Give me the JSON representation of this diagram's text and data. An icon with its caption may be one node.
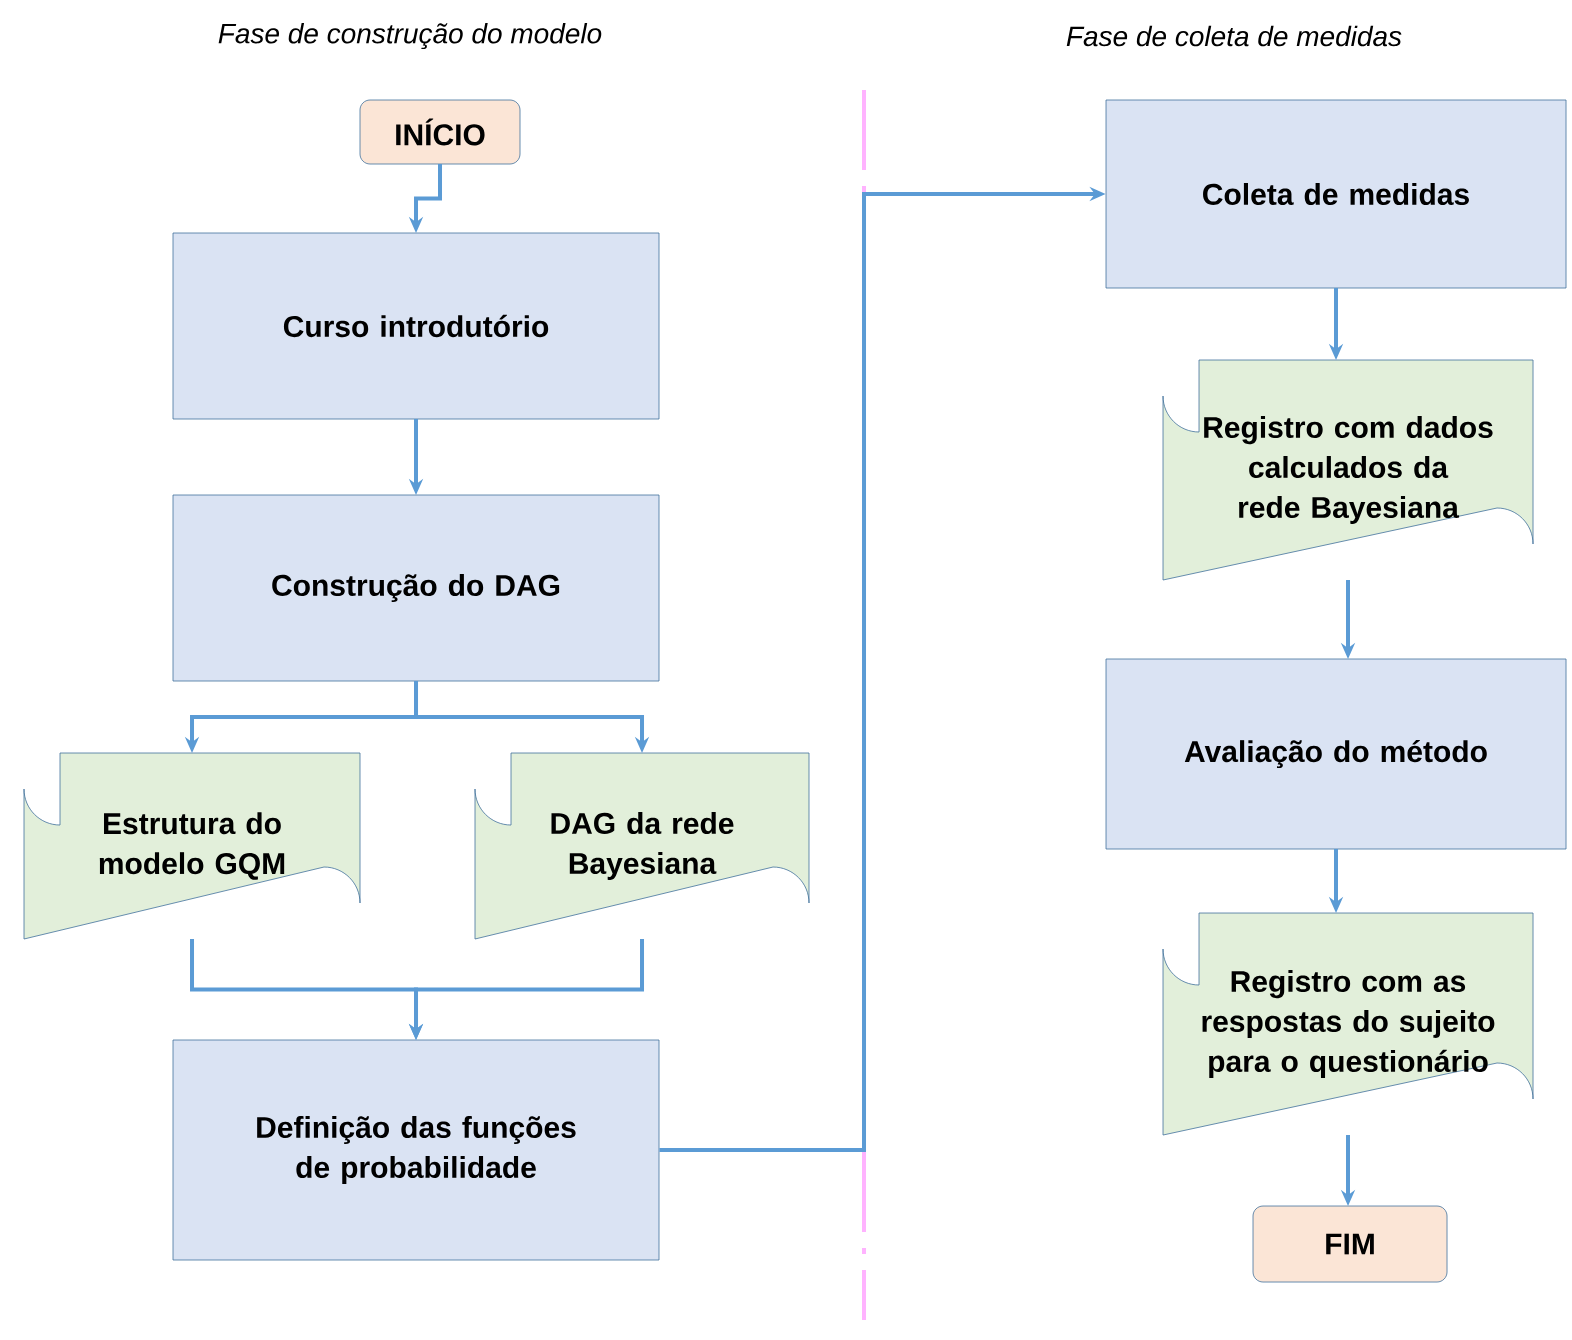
{
  "diagram": {
    "nodes": [
      {
        "text": [
          "INÍCIO"
        ]
      },
      {
        "text": [
          "Curso introdutório"
        ]
      },
      {
        "text": [
          "Construção do DAG"
        ]
      },
      {
        "text": [
          "Estrutura do modelo GQM"
        ]
      },
      {
        "text": [
          "DAG da rede Bayesiana"
        ]
      },
      {
        "text": [
          "Definição das funções de probabilidade"
        ]
      },
      {
        "text": [
          "Coleta de medidas"
        ]
      },
      {
        "text": [
          "Registro com dados calculados da rede Bayesiana"
        ]
      },
      {
        "text": [
          "Avaliação do método"
        ]
      },
      {
        "text": [
          "Registro com as respostas do sujeito para o questionário"
        ]
      },
      {
        "text": [
          "FIM"
        ]
      }
    ],
    "edges": [
      {
        "from": 0,
        "to": 1,
        "arrow": "to"
      },
      {
        "from": 1,
        "to": 2,
        "arrow": "to"
      },
      {
        "from": 2,
        "to": 3,
        "arrow": "to"
      },
      {
        "from": 2,
        "to": 4,
        "arrow": "to"
      },
      {
        "from": 3,
        "to": 5,
        "arrow": "to"
      },
      {
        "from": 4,
        "to": 5,
        "arrow": "to"
      },
      {
        "from": 5,
        "to": 6,
        "arrow": "to"
      },
      {
        "from": 6,
        "to": 7,
        "arrow": "to"
      },
      {
        "from": 7,
        "to": 8,
        "arrow": "to"
      },
      {
        "from": 8,
        "to": 9,
        "arrow": "to"
      },
      {
        "from": 9,
        "to": 10,
        "arrow": "to"
      }
    ],
    "labels": [
      "Fase de construção do modelo",
      "Fase de coleta de medidas"
    ]
  }
}
